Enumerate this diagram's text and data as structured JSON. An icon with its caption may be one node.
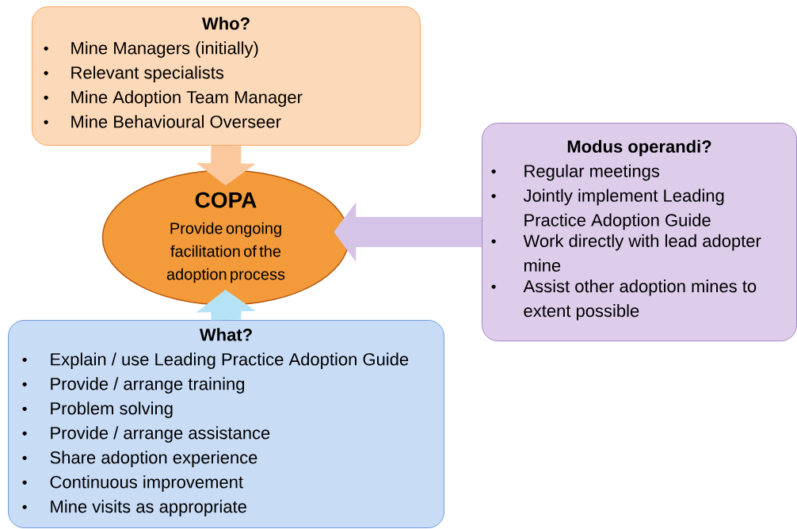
{
  "diagram": {
    "nodes": [
      {
        "text": [
          "Who?",
          "Mine Managers (initially)",
          "Relevant specialists",
          "Mine Adoption Team Manager",
          "Mine Behavioural Overseer"
        ]
      },
      {
        "text": [
          "COPA",
          "Provide ongoing facilitation of the adoption process"
        ]
      },
      {
        "text": [
          "Modus operandi?",
          "Regular meetings",
          "Jointly implement Leading Practice Adoption Guide",
          "Work directly with lead adopter mine",
          "Assist other adoption mines to extent possible"
        ]
      },
      {
        "text": [
          "What?",
          "Explain / use Leading Practice Adoption Guide",
          "Provide / arrange training",
          "Problem solving",
          "Provide / arrange assistance",
          "Share adoption experience",
          "Continuous improvement",
          "Mine visits as appropriate"
        ]
      }
    ],
    "edges": [
      {
        "from": 0,
        "to": 1,
        "arrow": "to",
        "color": "#fbc89e"
      },
      {
        "from": 2,
        "to": 1,
        "arrow": "to",
        "color": "#d5c3e8"
      },
      {
        "from": 3,
        "to": 1,
        "arrow": "to",
        "color": "#b5e3f5"
      }
    ]
  }
}
